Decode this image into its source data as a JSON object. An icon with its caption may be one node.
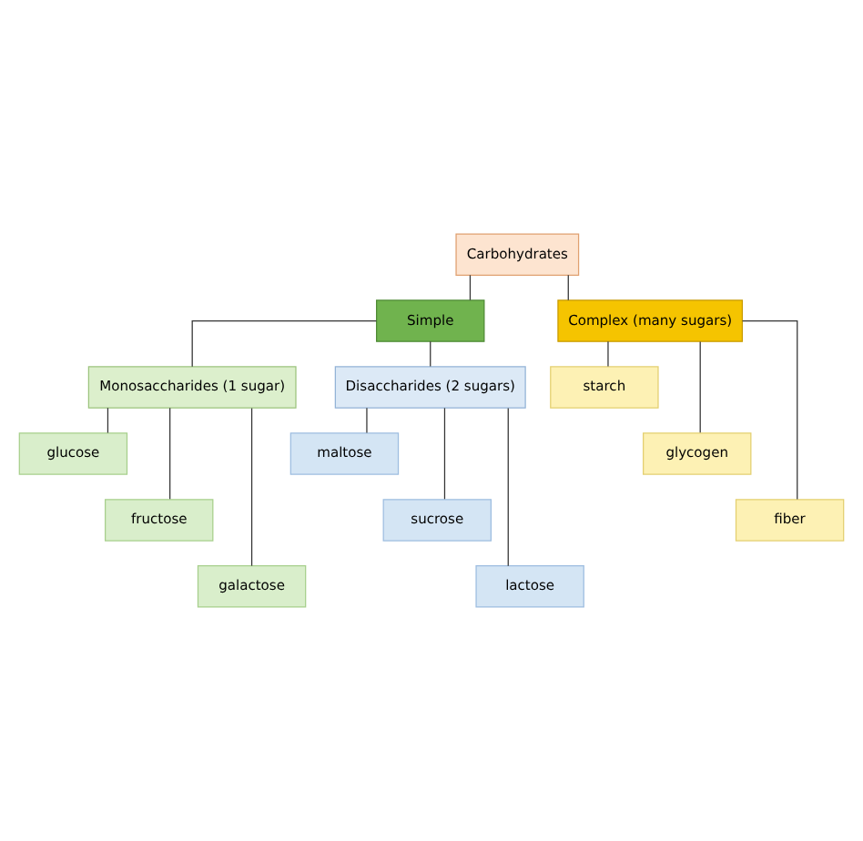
{
  "diagram": {
    "nodes": [
      {
        "text": [
          "Carbohydrates"
        ]
      },
      {
        "text": [
          "Simple"
        ]
      },
      {
        "text": [
          "Complex (many sugars)"
        ]
      },
      {
        "text": [
          "Monosaccharides (1 sugar)"
        ]
      },
      {
        "text": [
          "Disaccharides (2 sugars)"
        ]
      },
      {
        "text": [
          "glucose"
        ]
      },
      {
        "text": [
          "fructose"
        ]
      },
      {
        "text": [
          "galactose"
        ]
      },
      {
        "text": [
          "maltose"
        ]
      },
      {
        "text": [
          "sucrose"
        ]
      },
      {
        "text": [
          "lactose"
        ]
      },
      {
        "text": [
          "starch"
        ]
      },
      {
        "text": [
          "glycogen"
        ]
      },
      {
        "text": [
          "fiber"
        ]
      }
    ],
    "edges": [
      {
        "from": 0,
        "to": 1,
        "arrow": "none"
      },
      {
        "from": 0,
        "to": 2,
        "arrow": "none"
      },
      {
        "from": 1,
        "to": 3,
        "arrow": "none"
      },
      {
        "from": 1,
        "to": 4,
        "arrow": "none"
      },
      {
        "from": 3,
        "to": 5,
        "arrow": "none"
      },
      {
        "from": 3,
        "to": 6,
        "arrow": "none"
      },
      {
        "from": 3,
        "to": 7,
        "arrow": "none"
      },
      {
        "from": 4,
        "to": 8,
        "arrow": "none"
      },
      {
        "from": 4,
        "to": 9,
        "arrow": "none"
      },
      {
        "from": 4,
        "to": 10,
        "arrow": "none"
      },
      {
        "from": 2,
        "to": 11,
        "arrow": "none"
      },
      {
        "from": 2,
        "to": 12,
        "arrow": "none"
      },
      {
        "from": 2,
        "to": 13,
        "arrow": "none"
      }
    ]
  }
}
